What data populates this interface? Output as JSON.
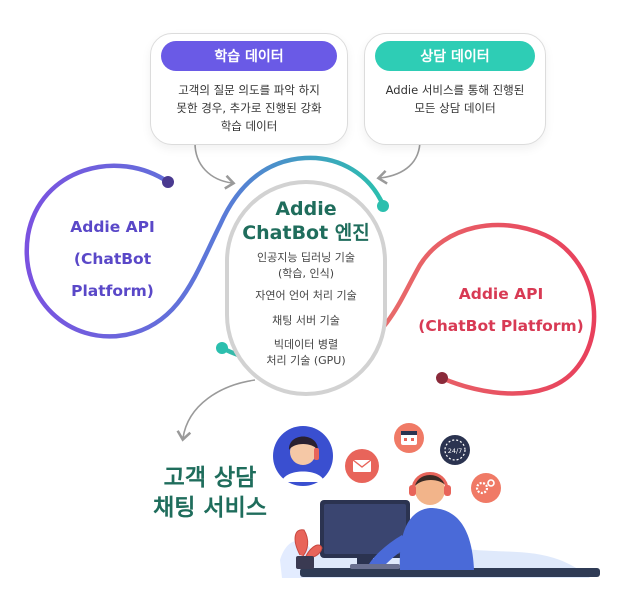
{
  "colors": {
    "left_loop": "#6d4fd8",
    "right_loop": "#e84a5f",
    "teal": "#2bbfae",
    "green_text": "#1f6d5c",
    "learn_pill": "#6a5ae6",
    "consult_pill": "#2ecdb5"
  },
  "learning_card": {
    "title": "학습 데이터",
    "line1": "고객의 질문 의도를 파악 하지",
    "line2": "못한 경우, 추가로 진행된 강화",
    "line3": "학습 데이터"
  },
  "consult_card": {
    "title": "상담 데이터",
    "line1": "Addie 서비스를 통해 진행된",
    "line2": "모든 상담 데이터"
  },
  "left_api": {
    "line1": "Addie API",
    "line2": "(ChatBot Platform)"
  },
  "right_api": {
    "line1": "Addie API",
    "line2": "(ChatBot Platform)"
  },
  "engine": {
    "title1": "Addie",
    "title2": "ChatBot 엔진",
    "items": [
      {
        "line1": "인공지능 딥러닝 기술",
        "line2": "(학습, 인식)"
      },
      {
        "line1": "자연어 언어 처리 기술"
      },
      {
        "line1": "채팅 서버 기술"
      },
      {
        "line1": "빅데이터 병렬",
        "line2": "처리 기술 (GPU)"
      }
    ]
  },
  "service": {
    "line1": "고객 상담",
    "line2": "채팅 서비스"
  },
  "icons": [
    "mail-icon",
    "calendar-icon",
    "24-7-clock-icon",
    "gears-icon",
    "headset-agent-icon"
  ]
}
